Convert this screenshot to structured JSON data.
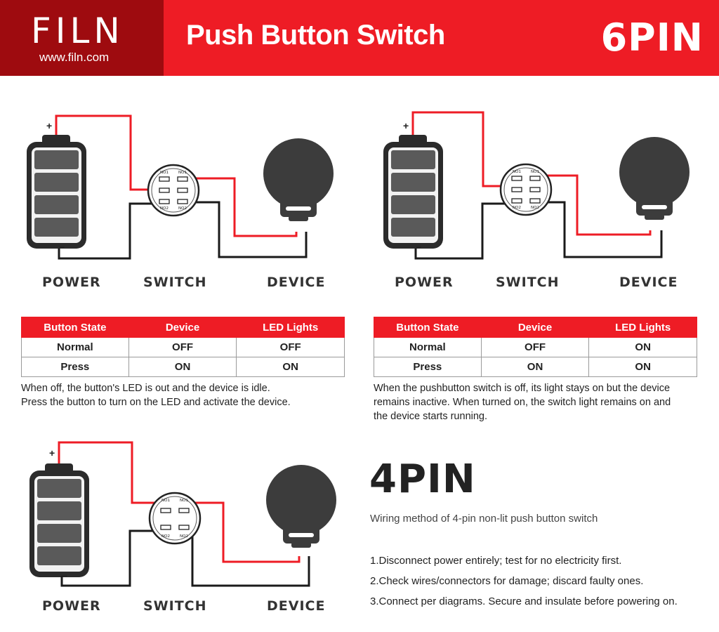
{
  "header": {
    "logo": "FILN",
    "url": "www.filn.com",
    "title": "Push Button Switch",
    "badge": "6PIN"
  },
  "diagram_labels": {
    "power": "POWER",
    "switch": "SWITCH",
    "device": "DEVICE",
    "plus": "+",
    "minus": "−"
  },
  "terminals": [
    "NO1",
    "NO2"
  ],
  "colors": {
    "accent": "#ee1c25",
    "dark_red": "#9e0b0f",
    "wire_black": "#1a1a1a",
    "device": "#3c3c3c"
  },
  "table_left": {
    "headers": [
      "Button State",
      "Device",
      "LED Lights"
    ],
    "rows": [
      [
        "Normal",
        "OFF",
        "OFF"
      ],
      [
        "Press",
        "ON",
        "ON"
      ]
    ]
  },
  "table_right": {
    "headers": [
      "Button State",
      "Device",
      "LED Lights"
    ],
    "rows": [
      [
        "Normal",
        "OFF",
        "ON"
      ],
      [
        "Press",
        "ON",
        "ON"
      ]
    ]
  },
  "desc_left": [
    "When off, the button's LED is out and the device is idle.",
    "Press the button to turn on the LED and activate the device."
  ],
  "desc_right": [
    "When the pushbutton switch is off, its light stays on but the device",
    "remains inactive. When turned on, the switch light remains on and",
    "the device starts running."
  ],
  "four_pin": {
    "title": "4PIN",
    "subtitle": "Wiring method of 4-pin non-lit push button switch",
    "steps": [
      "1.Disconnect power entirely; test for no electricity first.",
      "2.Check wires/connectors for damage; discard faulty ones.",
      "3.Connect per diagrams. Secure and insulate before powering on."
    ]
  }
}
